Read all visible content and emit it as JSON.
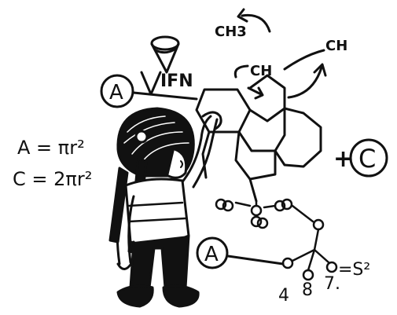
{
  "colors": {
    "ink": "#111111",
    "paper": "#ffffff",
    "skin": "#ffffff"
  },
  "labels": {
    "methyl": "CH3",
    "ch_top": "CH",
    "ch_right": "CH",
    "ifn": "IFN",
    "circle_a_top": "A",
    "circle_a_bottom": "A",
    "plus_c_sign": "+",
    "circle_c": "C",
    "formula_area": "A = πr²",
    "formula_circumference": "C = 2πr²",
    "num_4": "4",
    "num_8": "8",
    "num_7": "7.",
    "eq_s2": "=S²"
  },
  "icons": [
    "cone-icon",
    "curved-arrow-icon",
    "child-figure"
  ]
}
